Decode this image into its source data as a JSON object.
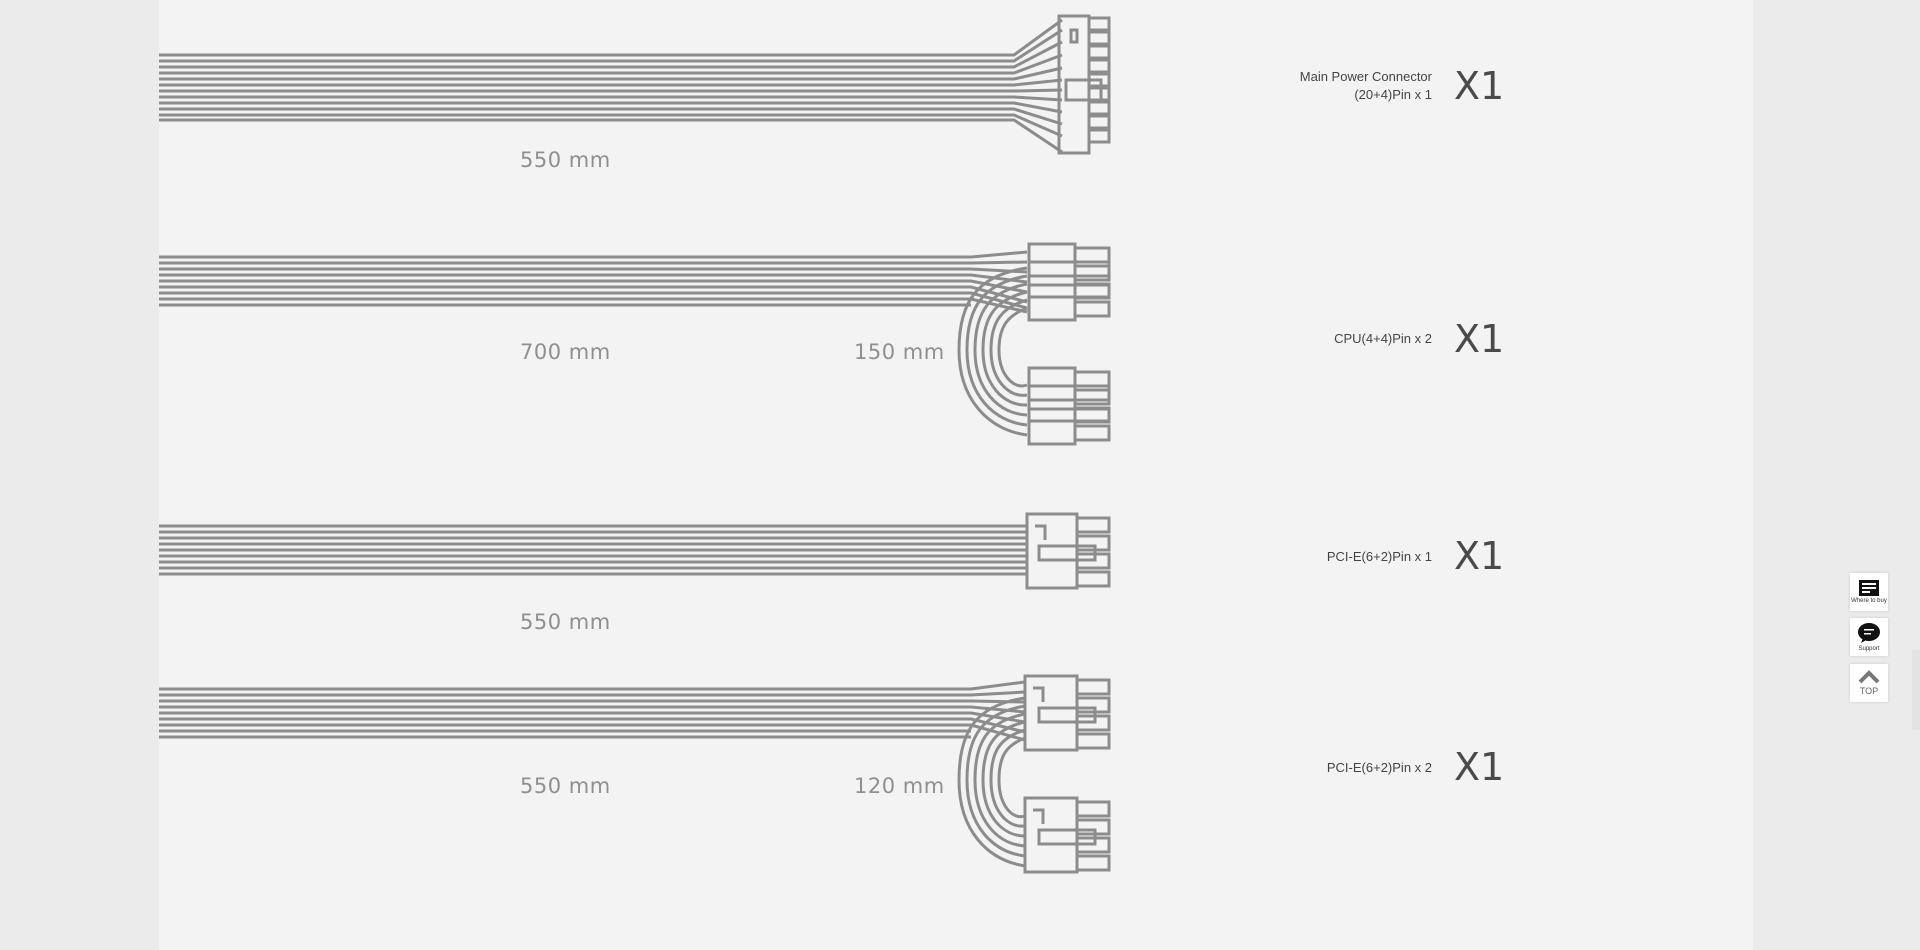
{
  "cables": [
    {
      "label_line1": "Main Power Connector",
      "label_line2": "(20+4)Pin x 1",
      "qty": "X1",
      "lengths": [
        "550 mm"
      ]
    },
    {
      "label_line1": "CPU(4+4)Pin x 2",
      "qty": "X1",
      "lengths": [
        "700 mm",
        "150 mm"
      ]
    },
    {
      "label_line1": "PCI-E(6+2)Pin x 1",
      "qty": "X1",
      "lengths": [
        "550 mm"
      ]
    },
    {
      "label_line1": "PCI-E(6+2)Pin x 2",
      "qty": "X1",
      "lengths": [
        "550 mm",
        "120 mm"
      ]
    }
  ],
  "sidebar": {
    "where_to_buy": "Where to buy",
    "support": "Support",
    "top": "TOP"
  },
  "colors": {
    "wire": "#8c8c8c",
    "panel": "#f3f3f3",
    "outer": "#ebebeb"
  }
}
